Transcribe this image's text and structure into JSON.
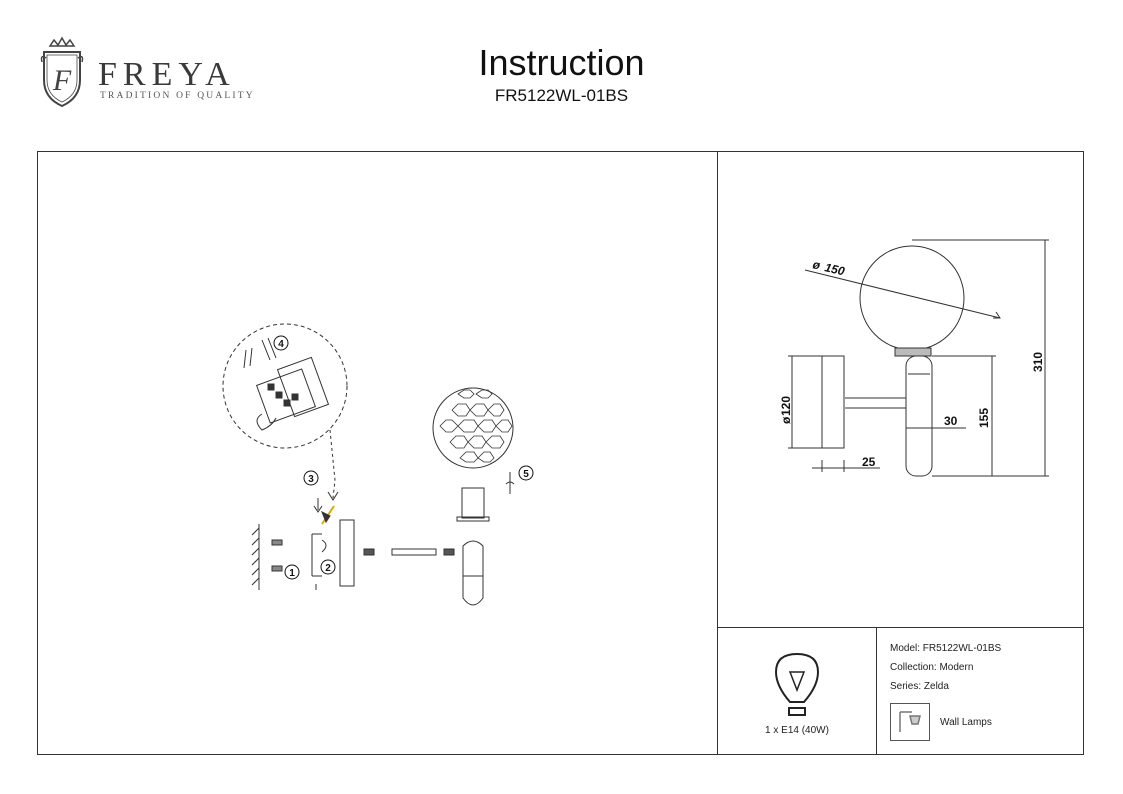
{
  "brand": {
    "name": "FREYA",
    "tagline": "TRADITION OF QUALITY",
    "crest_letter": "F"
  },
  "header": {
    "title": "Instruction",
    "model_code": "FR5122WL-01BS"
  },
  "assembly": {
    "steps": [
      "1",
      "2",
      "3",
      "4",
      "5"
    ]
  },
  "dimensions": {
    "globe_diameter": "150",
    "plate_diameter": "120",
    "arm_depth": "30",
    "plate_depth": "25",
    "lower_height": "155",
    "total_height": "310"
  },
  "specs": {
    "bulb": "1 x E14 (40W)",
    "model": "Model: FR5122WL-01BS",
    "collection": "Collection: Modern",
    "series": "Series: Zelda",
    "type": "Wall Lamps"
  },
  "colors": {
    "line": "#333333",
    "accent_wire": "#e0a800"
  }
}
